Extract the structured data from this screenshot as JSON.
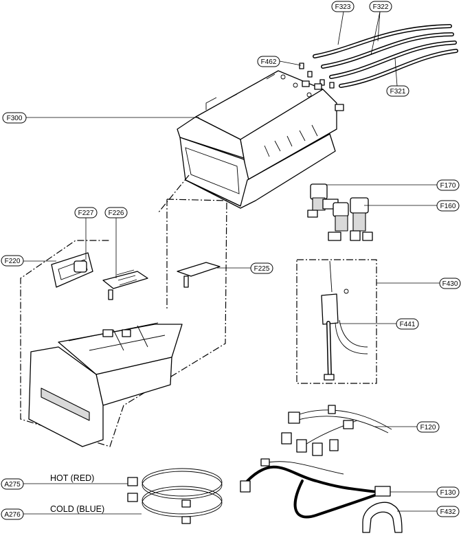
{
  "callouts": {
    "F323": "F323",
    "F322": "F322",
    "F462": "F462",
    "F321": "F321",
    "F300": "F300",
    "F170": "F170",
    "F160": "F160",
    "F227": "F227",
    "F226": "F226",
    "F220": "F220",
    "F225": "F225",
    "F430": "F430",
    "F441": "F441",
    "F120": "F120",
    "A275": "A275",
    "F130": "F130",
    "A276": "A276",
    "F432": "F432"
  },
  "labels": {
    "hot": "HOT (RED)",
    "cold": "COLD (BLUE)"
  }
}
